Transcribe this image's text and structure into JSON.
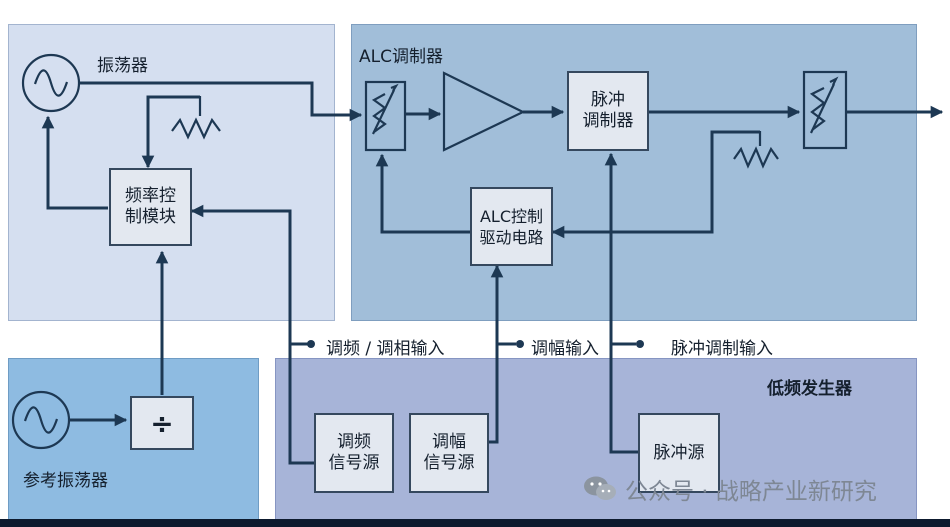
{
  "panels": {
    "oscillator_label": "振荡器",
    "alc_modulator_label": "ALC调制器",
    "reference_oscillator_label": "参考振荡器",
    "low_freq_generator_label": "低频发生器"
  },
  "blocks": {
    "freq_control": "频率控\n制模块",
    "pulse_modulator": "脉冲\n调制器",
    "alc_control_drive": "ALC控制\n驱动电路",
    "fm_signal_source": "调频\n信号源",
    "am_signal_source": "调幅\n信号源",
    "pulse_source": "脉冲源",
    "divider": "÷"
  },
  "inputs": {
    "fm_pm_input": "调频 / 调相输入",
    "am_input": "调幅输入",
    "pulse_mod_input": "脉冲调制输入"
  },
  "watermark": {
    "text": "公众号 · 战略产业新研究"
  },
  "colors": {
    "oscillator_panel": "#d5dff0",
    "alc_panel": "#a1bed9",
    "reference_panel": "#8ebbe1",
    "low_freq_panel": "#a7b4d8",
    "wire": "#1d3853",
    "block_fill": "#e3e8f0"
  }
}
